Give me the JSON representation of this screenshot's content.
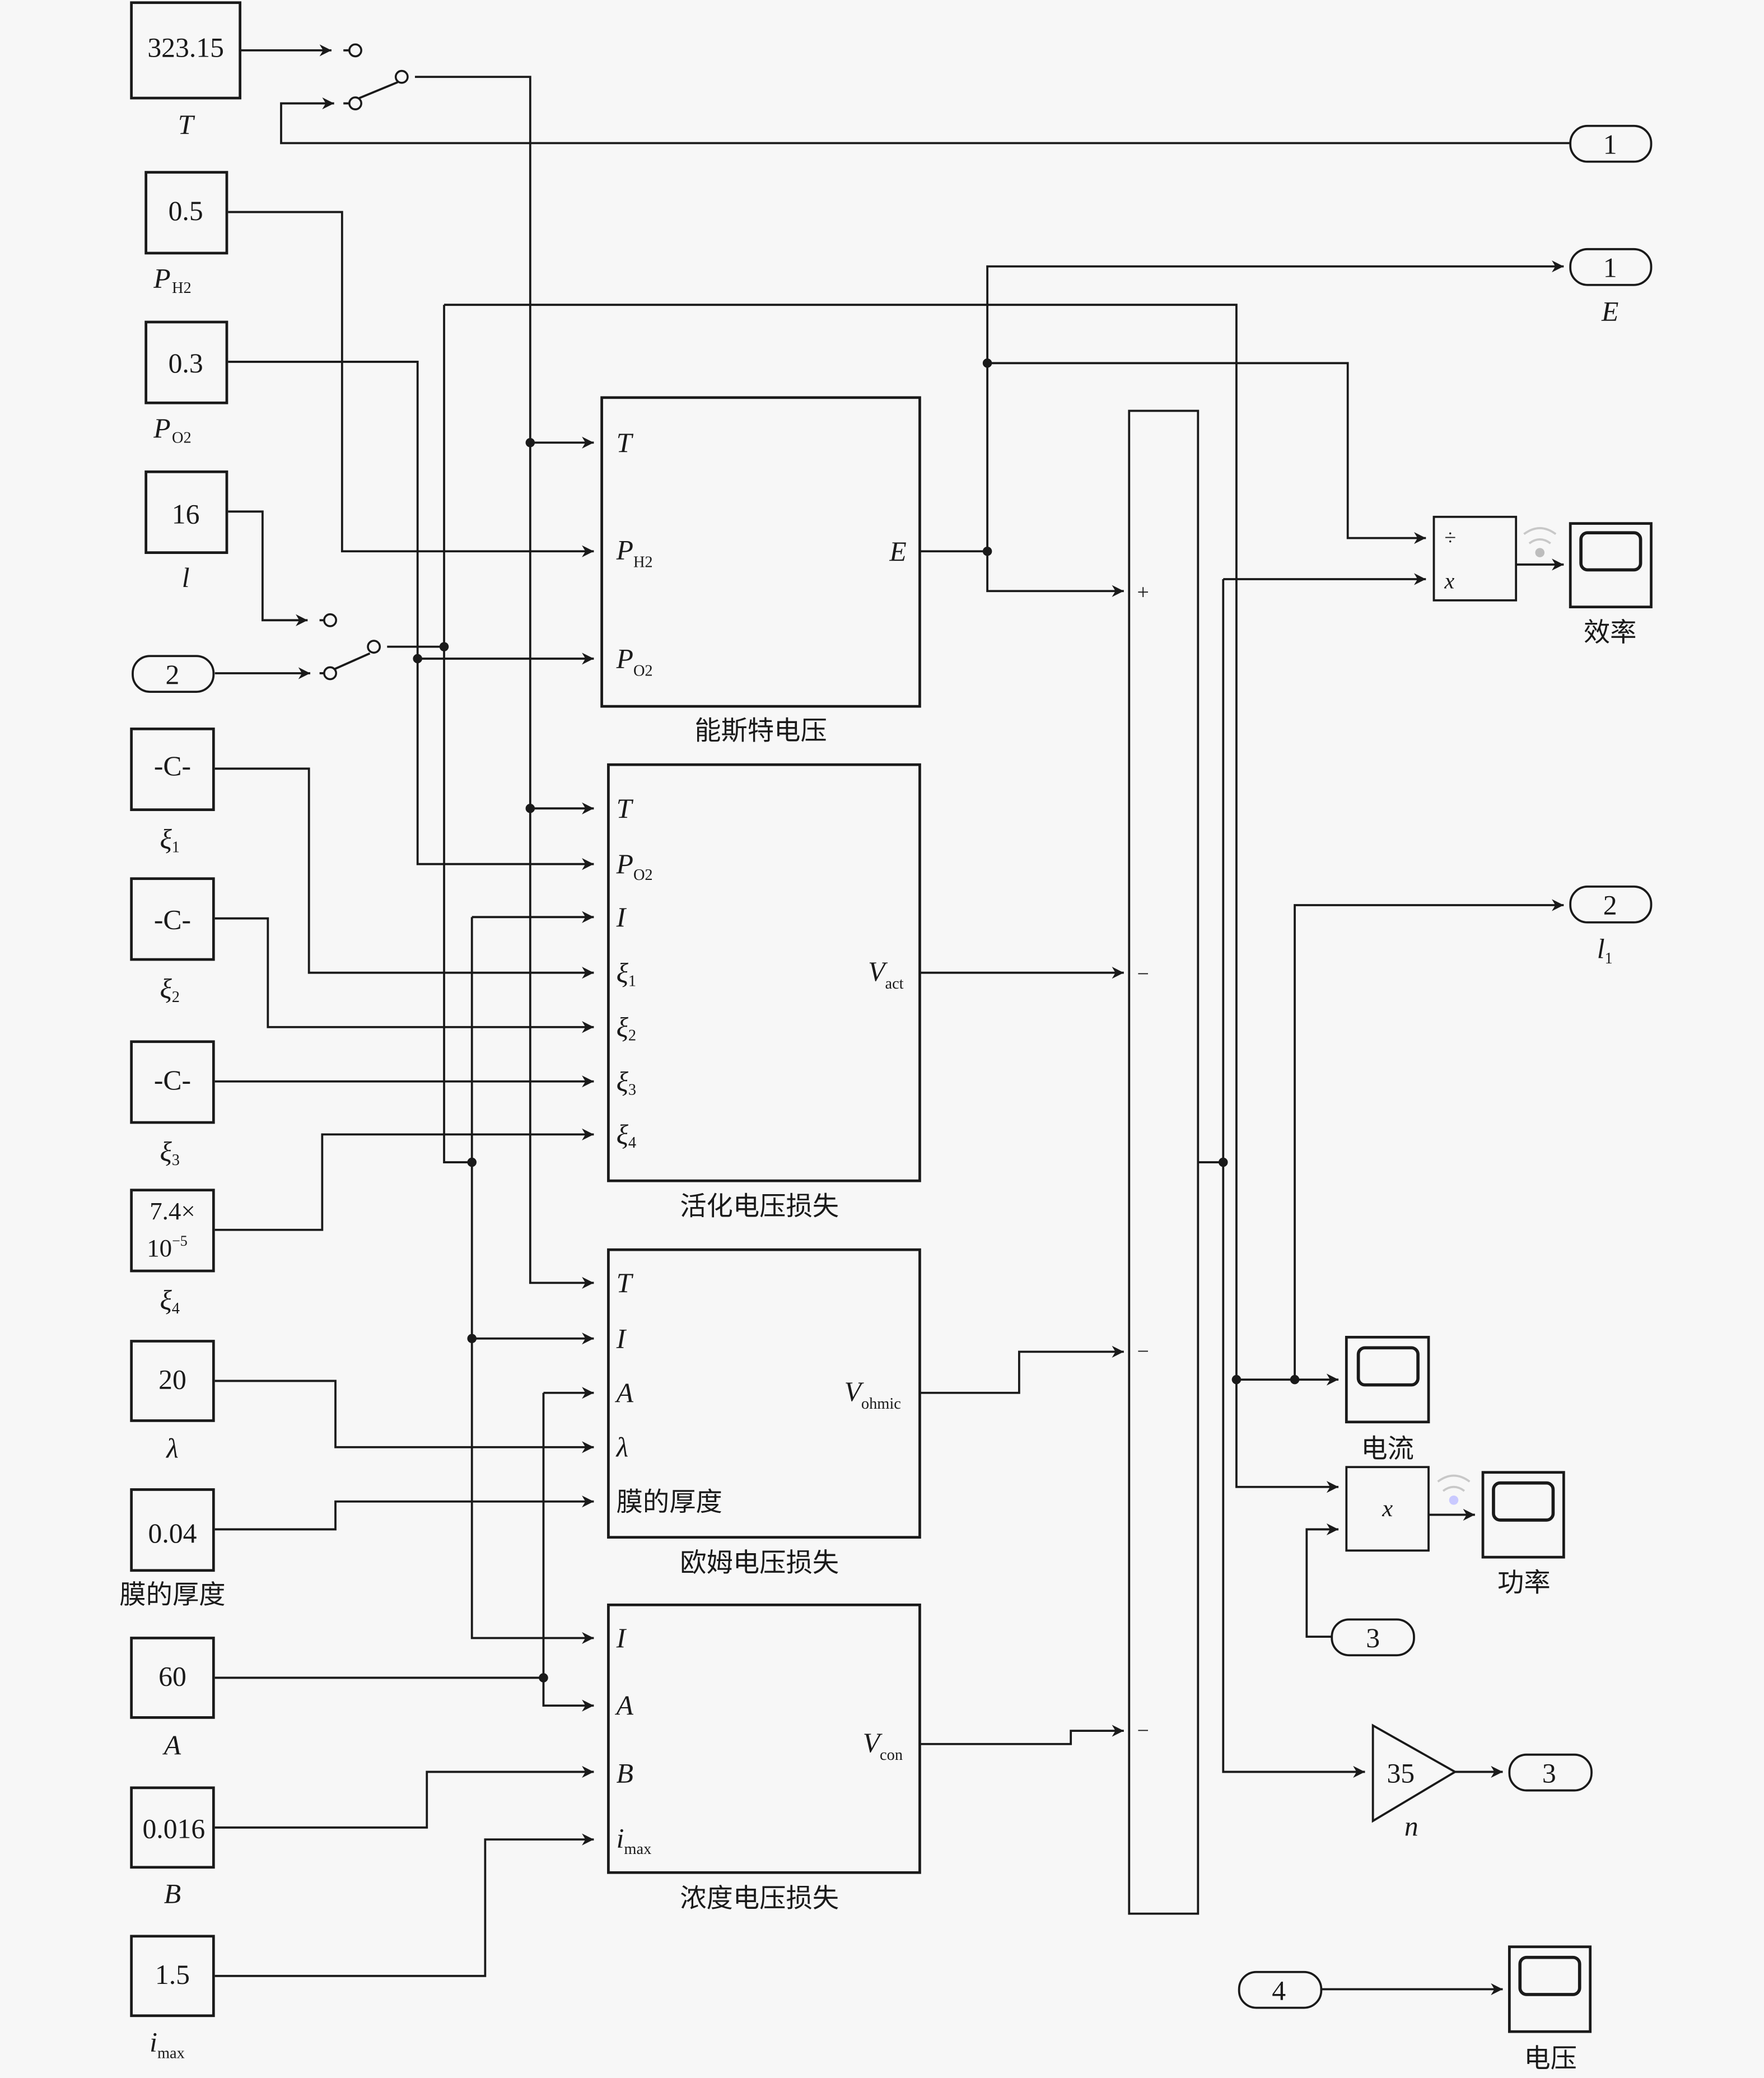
{
  "diagram": {
    "type": "simulink-block-diagram",
    "colors": {
      "background": "#f7f7f7",
      "line": "#1a1a1a",
      "signal_icon": "#c9c9ff"
    },
    "constants": [
      {
        "id": "T",
        "value": "323.15",
        "label": "T",
        "label_sub": ""
      },
      {
        "id": "PH2",
        "value": "0.5",
        "label": "P",
        "label_sub": "H2"
      },
      {
        "id": "PO2",
        "value": "0.3",
        "label": "P",
        "label_sub": "O2"
      },
      {
        "id": "l",
        "value": "16",
        "label": "l",
        "label_sub": ""
      },
      {
        "id": "xi1",
        "value": "-C-",
        "label": "ξ",
        "label_sub": "1"
      },
      {
        "id": "xi2",
        "value": "-C-",
        "label": "ξ",
        "label_sub": "2"
      },
      {
        "id": "xi3",
        "value": "-C-",
        "label": "ξ",
        "label_sub": "3"
      },
      {
        "id": "xi4",
        "value_line1": "7.4×",
        "value_line2": "10",
        "value_exp": "−5",
        "label": "ξ",
        "label_sub": "4"
      },
      {
        "id": "lambda",
        "value": "20",
        "label": "λ",
        "label_sub": ""
      },
      {
        "id": "thickness",
        "value": "0.04",
        "label": "膜的厚度",
        "label_sub": ""
      },
      {
        "id": "A",
        "value": "60",
        "label": "A",
        "label_sub": ""
      },
      {
        "id": "B",
        "value": "0.016",
        "label": "B",
        "label_sub": ""
      },
      {
        "id": "imax",
        "value": "1.5",
        "label": "i",
        "label_sub": "max"
      }
    ],
    "inports": [
      {
        "id": "in2",
        "number": "2"
      },
      {
        "id": "in3",
        "number": "3"
      },
      {
        "id": "in4",
        "number": "4"
      }
    ],
    "outports": [
      {
        "id": "out1a",
        "number": "1",
        "label": "",
        "label_sub": ""
      },
      {
        "id": "out1E",
        "number": "1",
        "label": "E",
        "label_sub": ""
      },
      {
        "id": "out2",
        "number": "2",
        "label": "l",
        "label_sub": "1"
      },
      {
        "id": "out3",
        "number": "3",
        "label": "",
        "label_sub": ""
      }
    ],
    "subsystems": {
      "nernst": {
        "title": "能斯特电压",
        "inputs": [
          {
            "label": "T",
            "sub": ""
          },
          {
            "label": "P",
            "sub": "H2"
          },
          {
            "label": "P",
            "sub": "O2"
          }
        ],
        "output": {
          "label": "E",
          "sub": ""
        }
      },
      "activation": {
        "title": "活化电压损失",
        "inputs": [
          {
            "label": "T",
            "sub": ""
          },
          {
            "label": "P",
            "sub": "O2"
          },
          {
            "label": "I",
            "sub": ""
          },
          {
            "label": "ξ",
            "sub": "1"
          },
          {
            "label": "ξ",
            "sub": "2"
          },
          {
            "label": "ξ",
            "sub": "3"
          },
          {
            "label": "ξ",
            "sub": "4"
          }
        ],
        "output": {
          "label": "V",
          "sub": "act"
        }
      },
      "ohmic": {
        "title": "欧姆电压损失",
        "inputs": [
          {
            "label": "T",
            "sub": ""
          },
          {
            "label": "I",
            "sub": ""
          },
          {
            "label": "A",
            "sub": ""
          },
          {
            "label": "λ",
            "sub": ""
          },
          {
            "label": "膜的厚度",
            "sub": ""
          }
        ],
        "output": {
          "label": "V",
          "sub": "ohmic"
        }
      },
      "concentration": {
        "title": "浓度电压损失",
        "inputs": [
          {
            "label": "I",
            "sub": ""
          },
          {
            "label": "A",
            "sub": ""
          },
          {
            "label": "B",
            "sub": ""
          },
          {
            "label": "i",
            "sub": "max"
          }
        ],
        "output": {
          "label": "V",
          "sub": "con"
        }
      }
    },
    "sum": {
      "signs": [
        "+",
        "−",
        "−",
        "−"
      ]
    },
    "divide": {
      "ops": [
        "÷",
        "x"
      ]
    },
    "product": {
      "op": "x"
    },
    "gain": {
      "value": "35",
      "label": "n"
    },
    "scopes": [
      {
        "id": "efficiency",
        "label": "效率"
      },
      {
        "id": "current",
        "label": "电流"
      },
      {
        "id": "power",
        "label": "功率"
      },
      {
        "id": "voltage",
        "label": "电压"
      }
    ]
  }
}
